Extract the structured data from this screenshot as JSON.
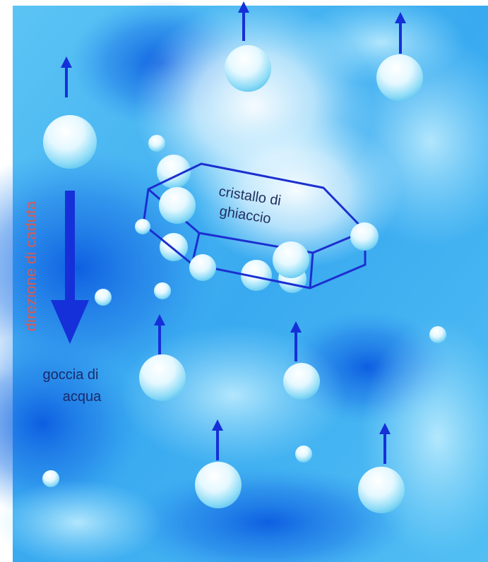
{
  "labels": {
    "crystal_line1": "cristallo di",
    "crystal_line2": "ghiaccio",
    "fall_direction": "direzione di caduta",
    "droplet_line1": "goccia di",
    "droplet_line2": "acqua"
  },
  "colors": {
    "sky_light": "#aee6fb",
    "sky_mid": "#3aaef0",
    "sky_deep": "#0a5fe0",
    "cloud_white": "#ffffff",
    "arrow": "#1530d8",
    "crystal_outline": "#1c2fd0",
    "fall_label": "#d85a55",
    "droplet_label": "#1a2a6a",
    "crystal_label": "#223060"
  }
}
